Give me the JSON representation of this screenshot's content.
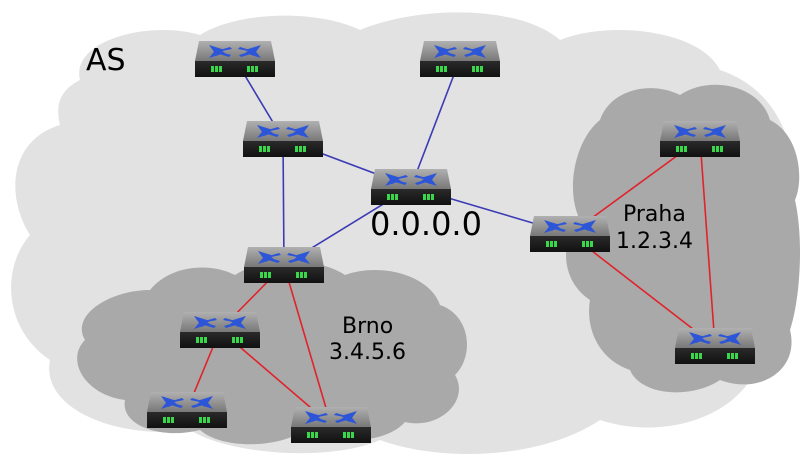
{
  "diagram": {
    "as_label": "AS",
    "backbone_address": "0.0.0.0",
    "areas": [
      {
        "name": "Brno",
        "address": "3.4.5.6"
      },
      {
        "name": "Praha",
        "address": "1.2.3.4"
      }
    ],
    "colors": {
      "as_cloud": "#e2e2e2",
      "area_cloud": "#a9a9a9",
      "backbone_link": "#3b3bb5",
      "area_link": "#e0232b",
      "router_top": "#8e8e8e",
      "router_front": "#1e1e1e",
      "router_arrows": "#2d55d8",
      "router_lights": "#38d84a"
    }
  }
}
